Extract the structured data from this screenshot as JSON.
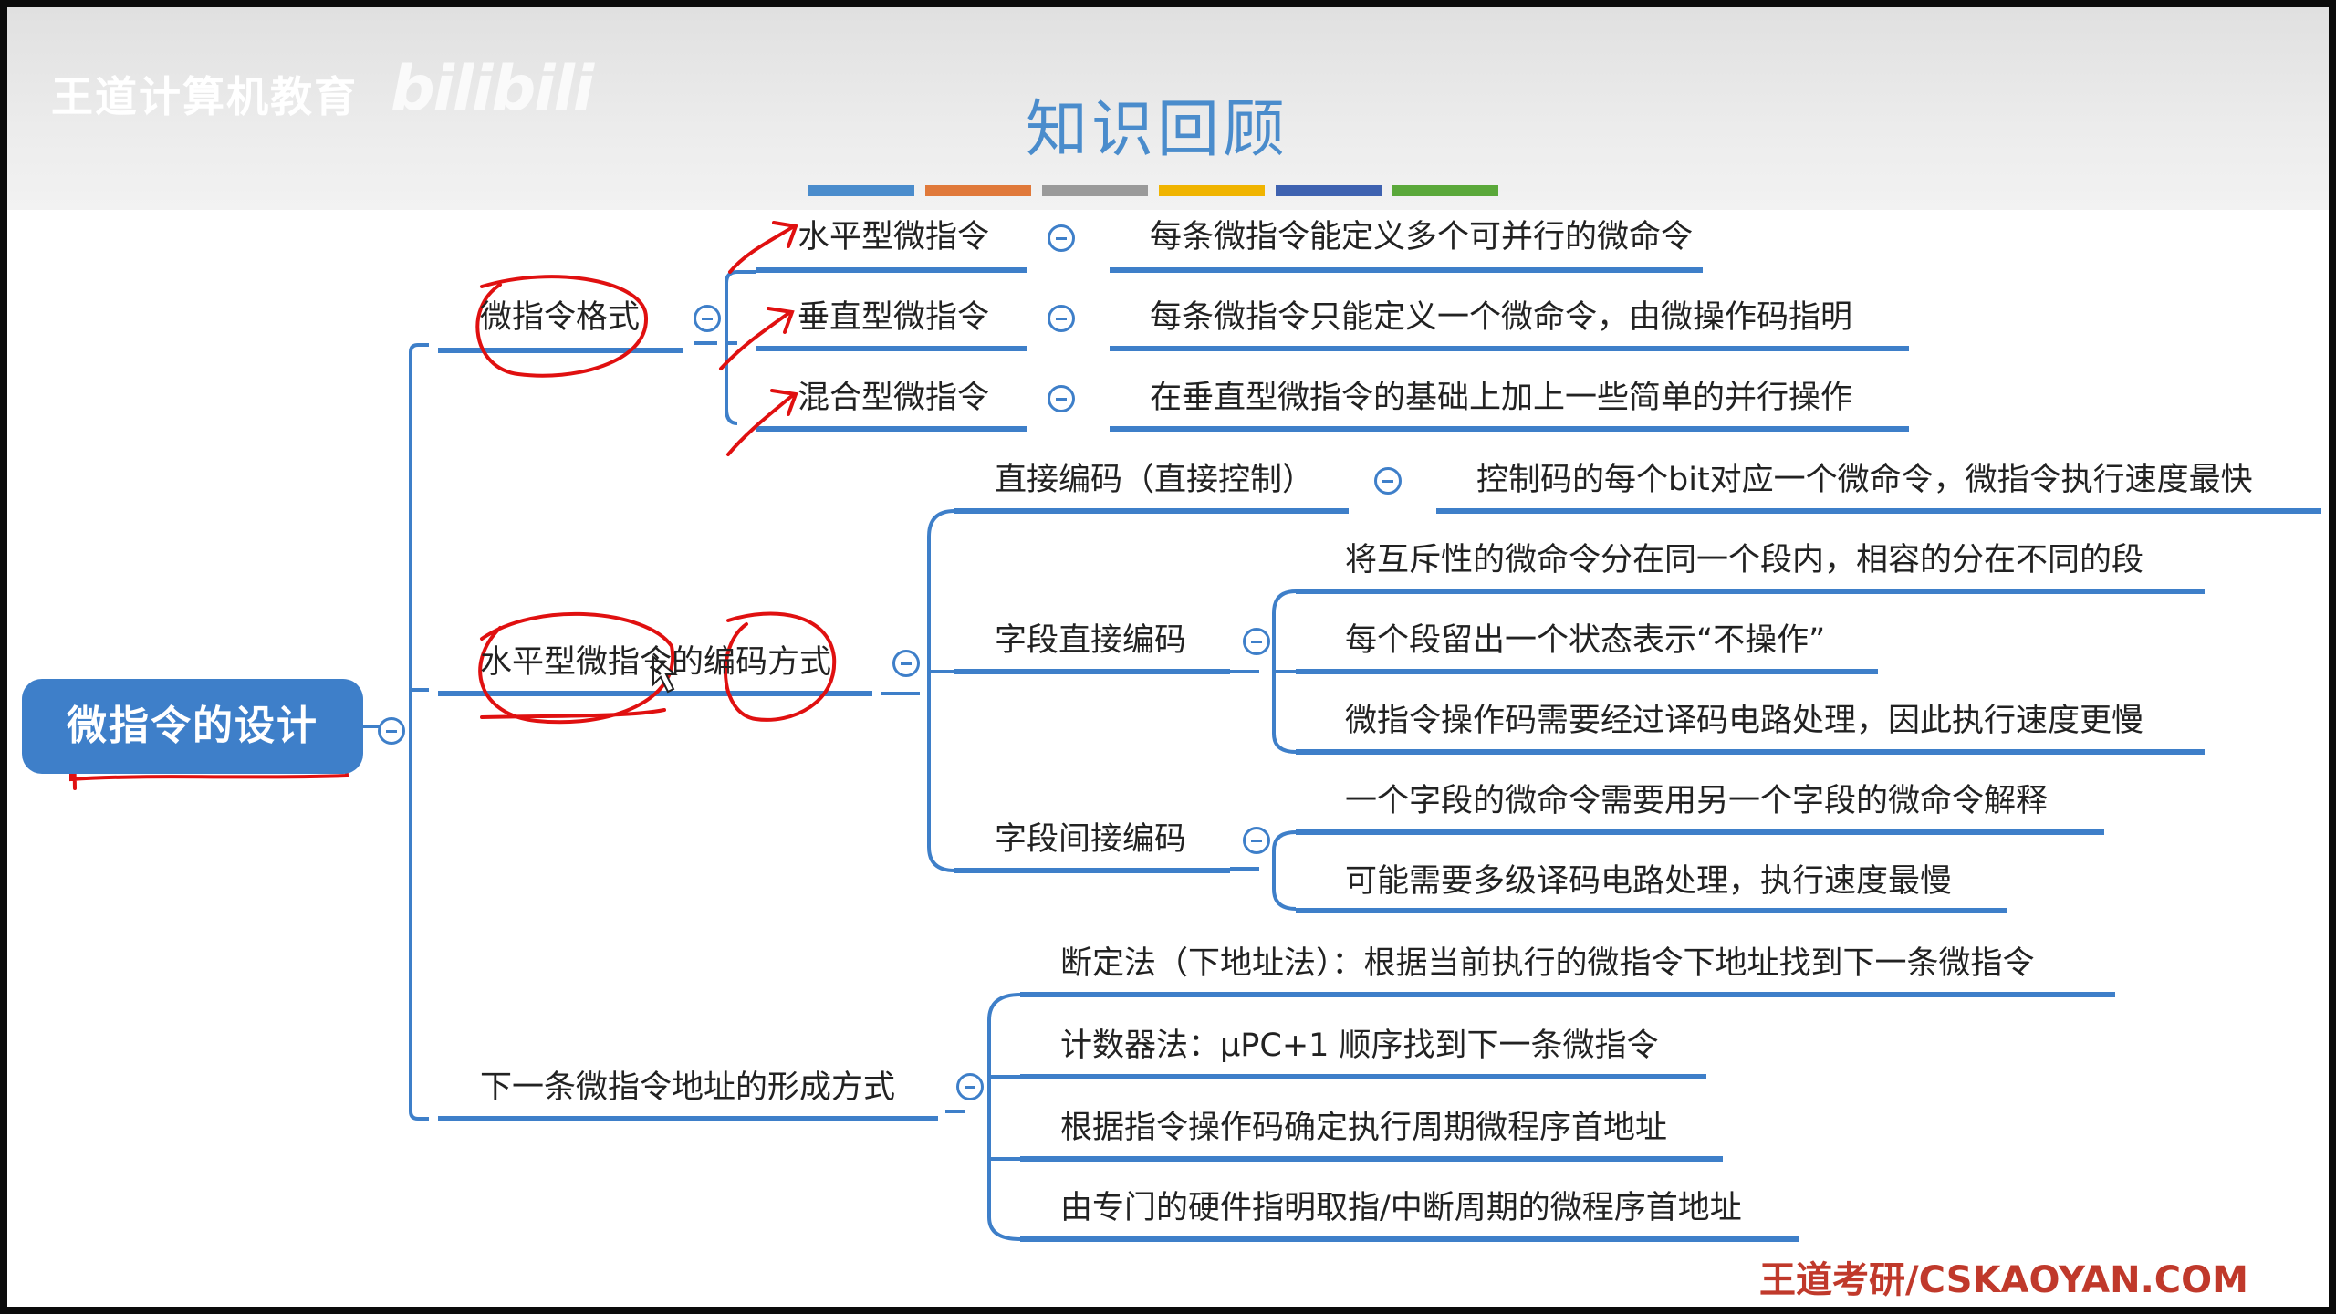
{
  "header": {
    "watermark": "王道计算机教育",
    "logo": "bilibili",
    "title": "知识回顾",
    "color_bars": [
      "#4a8ccc",
      "#e0793a",
      "#9a9a9a",
      "#f0b400",
      "#3e62b0",
      "#5aa83a"
    ]
  },
  "root": "微指令的设计",
  "branches": {
    "format": {
      "label": "微指令格式",
      "items": [
        {
          "label": "水平型微指令",
          "desc": "每条微指令能定义多个可并行的微命令"
        },
        {
          "label": "垂直型微指令",
          "desc": "每条微指令只能定义一个微命令，由微操作码指明"
        },
        {
          "label": "混合型微指令",
          "desc": "在垂直型微指令的基础上加上一些简单的并行操作"
        }
      ]
    },
    "encoding": {
      "label": "水平型微指令的编码方式",
      "direct": {
        "label": "直接编码（直接控制）",
        "desc": "控制码的每个bit对应一个微命令，微指令执行速度最快"
      },
      "field_direct": {
        "label": "字段直接编码",
        "items": [
          "将互斥性的微命令分在同一个段内，相容的分在不同的段",
          "每个段留出一个状态表示“不操作”",
          "微指令操作码需要经过译码电路处理，因此执行速度更慢"
        ]
      },
      "field_indirect": {
        "label": "字段间接编码",
        "items": [
          "一个字段的微命令需要用另一个字段的微命令解释",
          "可能需要多级译码电路处理，执行速度最慢"
        ]
      }
    },
    "next_address": {
      "label": "下一条微指令地址的形成方式",
      "items": [
        "断定法（下地址法）：根据当前执行的微指令下地址找到下一条微指令",
        "计数器法：μPC+1 顺序找到下一条微指令",
        "根据指令操作码确定执行周期微程序首地址",
        "由专门的硬件指明取指/中断周期的微程序首地址"
      ]
    }
  },
  "footer": "王道考研/CSKAOYAN.COM",
  "colors": {
    "accent": "#3e7fc9",
    "annotation": "#e01010",
    "footer": "#c0392b"
  }
}
